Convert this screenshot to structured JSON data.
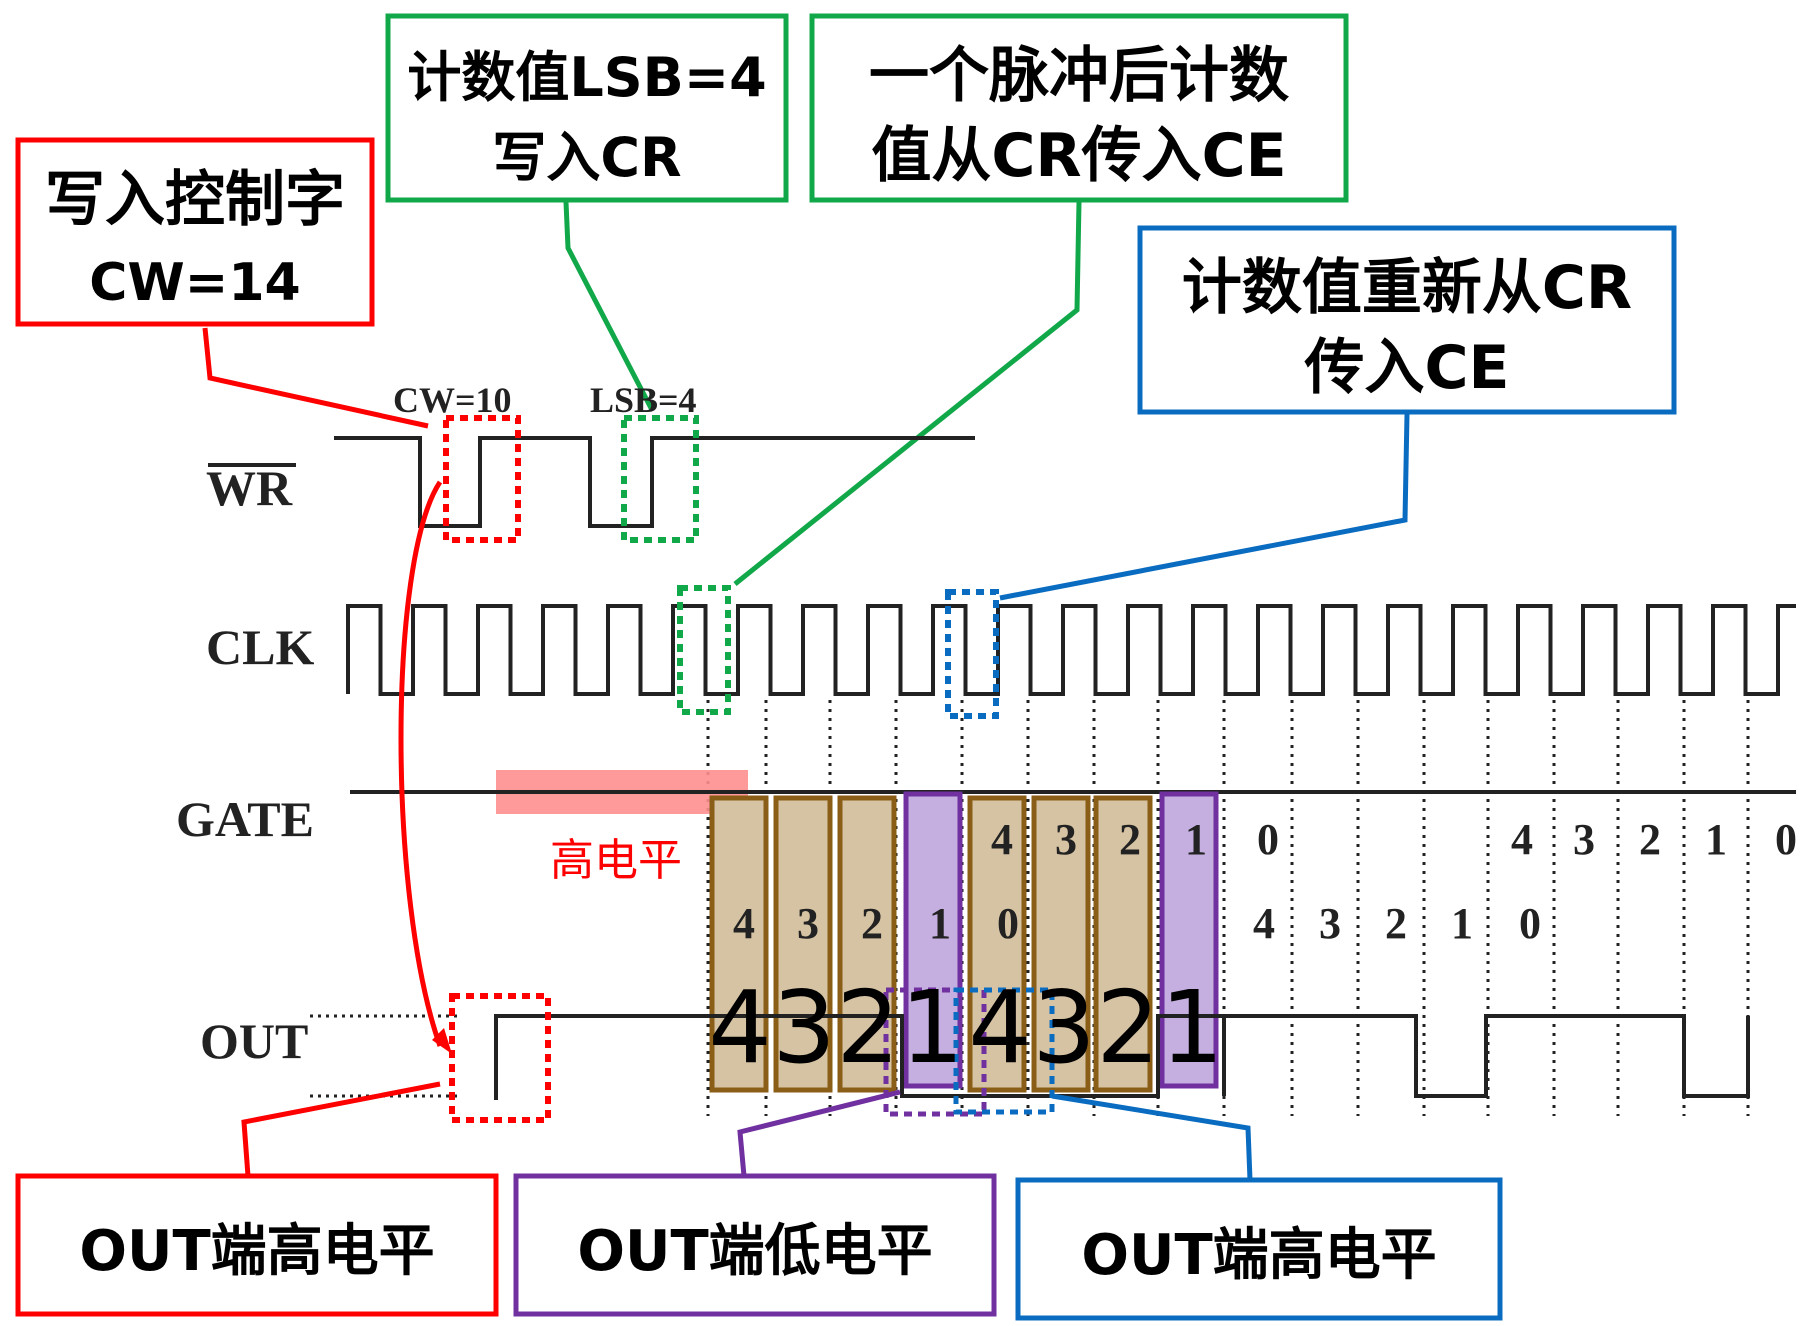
{
  "colors": {
    "red": "#ff0000",
    "green": "#11a84a",
    "blue": "#0a6cc0",
    "purple": "#7030a0",
    "brown_fill": "#d6c3a3",
    "brown_stroke": "#8b5e17",
    "purple_fill": "#c5aee0",
    "gate_highlight": "#ff8f8f"
  },
  "signals": {
    "wr": "WR",
    "clk": "CLK",
    "gate": "GATE",
    "out": "OUT"
  },
  "wr_labels": {
    "cw": "CW=10",
    "lsb": "LSB=4"
  },
  "gate_note": "高电平",
  "callouts": {
    "write_cw": {
      "line1": "写入控制字",
      "line2": "CW=14"
    },
    "write_lsb": {
      "line1": "计数值LSB=4",
      "line2": "写入CR"
    },
    "pulse_transfer": {
      "line1": "一个脉冲后计数",
      "line2": "值从CR传入CE"
    },
    "reload": {
      "line1": "计数值重新从CR",
      "line2": "传入CE"
    },
    "out_high_1": {
      "text": "OUT端高电平"
    },
    "out_low": {
      "text": "OUT端低电平"
    },
    "out_high_2": {
      "text": "OUT端高电平"
    }
  },
  "counts": {
    "upper_row": [
      "4",
      "3",
      "2",
      "1",
      "0",
      "4",
      "3",
      "2",
      "1",
      "0"
    ],
    "lower_row": [
      "4",
      "3",
      "2",
      "1",
      "0",
      "4",
      "3",
      "2",
      "1",
      "0"
    ],
    "big_row": [
      "4",
      "3",
      "2",
      "1",
      "4",
      "3",
      "2",
      "1"
    ]
  }
}
